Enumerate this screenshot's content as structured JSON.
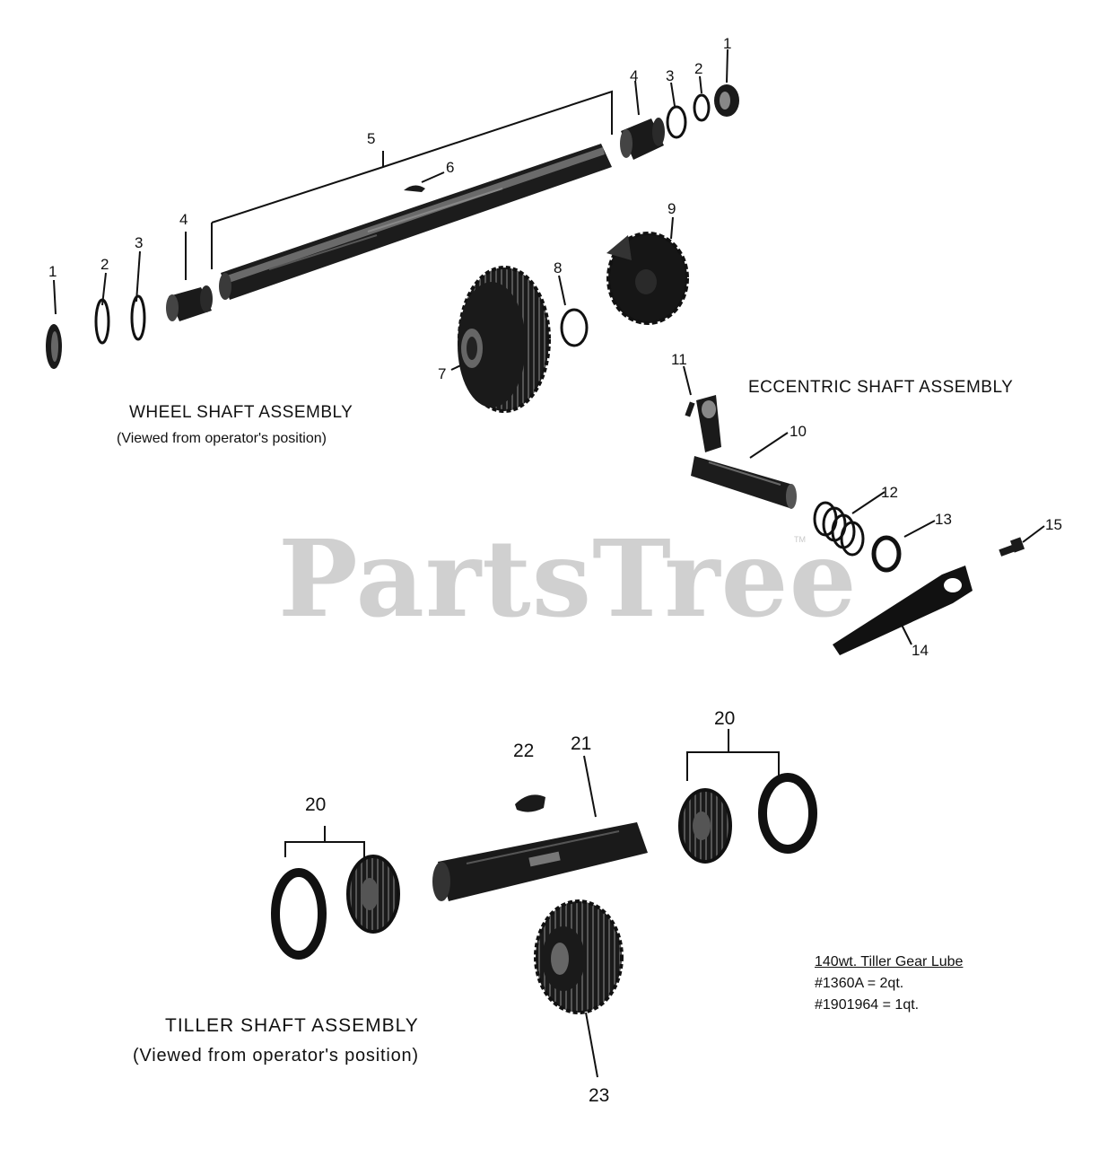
{
  "watermark": {
    "text": "PartsTree",
    "trademark": "TM"
  },
  "wheel_shaft": {
    "title": "WHEEL SHAFT ASSEMBLY",
    "subtitle": "(Viewed from operator's position)"
  },
  "eccentric_shaft": {
    "title": "ECCENTRIC SHAFT ASSEMBLY"
  },
  "tiller_shaft": {
    "title": "TILLER SHAFT ASSEMBLY",
    "subtitle": "(Viewed from operator's position)"
  },
  "lube_note": {
    "title": "140wt. Tiller Gear Lube",
    "line1": "#1360A = 2qt.",
    "line2": "#1901964 = 1qt."
  },
  "callouts": {
    "c1a": "1",
    "c2a": "2",
    "c3a": "3",
    "c4a": "4",
    "c4b": "4",
    "c3b": "3",
    "c2b": "2",
    "c1b": "1",
    "c5": "5",
    "c6": "6",
    "c7": "7",
    "c8": "8",
    "c9": "9",
    "c10": "10",
    "c11": "11",
    "c12": "12",
    "c13": "13",
    "c14": "14",
    "c15": "15",
    "c20a": "20",
    "c20b": "20",
    "c21": "21",
    "c22": "22",
    "c23": "23"
  }
}
